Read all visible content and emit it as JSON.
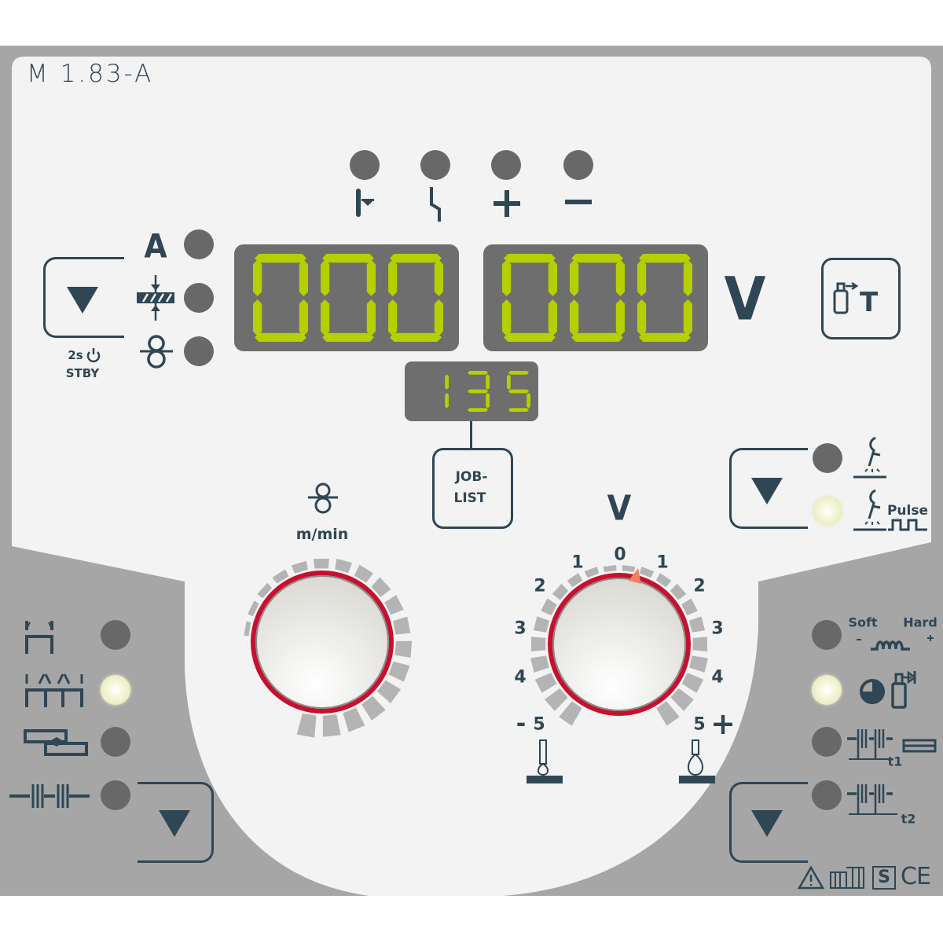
{
  "panel": {
    "model": "M 1.83-A"
  },
  "colors": {
    "frame": "#a6a6a6",
    "panel": "#f3f3f3",
    "ink": "#2f4654",
    "led_off": "#686868",
    "segment": "#b5cf00",
    "display": "#6e6e6e",
    "dial_ring": "#c8102e"
  },
  "indicators_top": [
    {
      "icon": "temperature-icon",
      "on": false
    },
    {
      "icon": "fault-lightning-icon",
      "on": false
    },
    {
      "icon": "plus-icon",
      "on": false
    },
    {
      "icon": "minus-icon",
      "on": false
    }
  ],
  "left_params": {
    "a_label": "A",
    "items": [
      {
        "icon": "ampere-label",
        "on": false
      },
      {
        "icon": "material-thickness-icon",
        "on": false
      },
      {
        "icon": "wire-feed-icon",
        "on": false
      }
    ],
    "standby_time": "2s",
    "standby_label": "STBY"
  },
  "displays": {
    "left": "000",
    "right": "000",
    "job": "135",
    "right_unit": "V"
  },
  "job_list_button": {
    "line1": "JOB-",
    "line2": "LIST"
  },
  "process": {
    "pulse_label": "Pulse",
    "items": [
      {
        "name": "standard",
        "on": false
      },
      {
        "name": "pulse",
        "on": true
      }
    ]
  },
  "wire_dial": {
    "unit": "m/min"
  },
  "voltage_dial": {
    "unit": "V",
    "left_scale": [
      "1",
      "2",
      "3",
      "4",
      "5"
    ],
    "right_scale": [
      "1",
      "2",
      "3",
      "4",
      "5"
    ],
    "zero": "0",
    "minus": "-",
    "plus": "+",
    "pointer_value": 1
  },
  "operating_modes": [
    {
      "name": "2-step",
      "on": false
    },
    {
      "name": "4-step",
      "on": true
    },
    {
      "name": "spot",
      "on": false
    },
    {
      "name": "interval",
      "on": false
    }
  ],
  "right_modes": {
    "soft": "Soft",
    "hard": "Hard",
    "t1": "t1",
    "t2": "t2",
    "items": [
      {
        "name": "arc-dynamics",
        "on": false
      },
      {
        "name": "gas-post-flow",
        "on": true
      },
      {
        "name": "spot-time",
        "on": false
      },
      {
        "name": "interval-time",
        "on": false
      }
    ]
  },
  "compliance": {
    "s_mark": "S",
    "ce_mark": "CE"
  }
}
